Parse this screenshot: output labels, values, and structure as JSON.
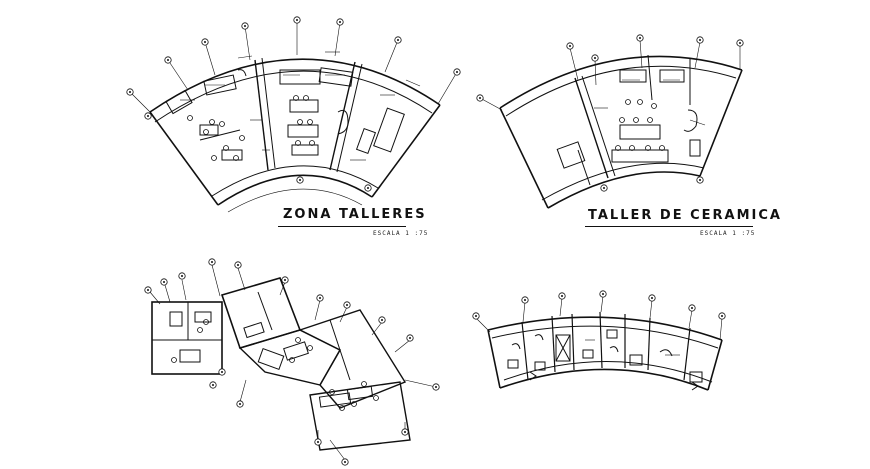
{
  "drawing": {
    "title_main": "ZONA TALLERES",
    "scale_main": "ESCALA  1 :75",
    "title_ceramic": "TALLER DE CERAMICA",
    "scale_ceramic": "ESCALA  1 :75"
  },
  "colors": {
    "ink": "#111111",
    "paper": "#ffffff"
  }
}
